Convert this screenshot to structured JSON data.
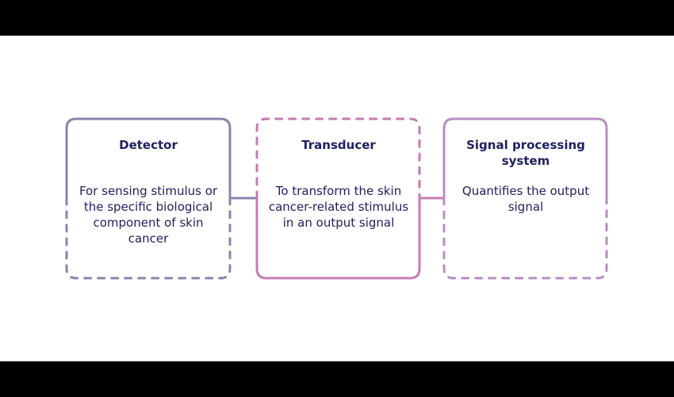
{
  "colors": {
    "detector": "#8a84ad",
    "transducer": "#c77bb5",
    "signal": "#b98cc4",
    "text": "#1f2160"
  },
  "boxes": [
    {
      "title": "Detector",
      "body": "For sensing stimulus or the specific biological component of skin cancer"
    },
    {
      "title": "Transducer",
      "body": "To transform the skin cancer-related stimulus in an output signal"
    },
    {
      "title": "Signal processing system",
      "body": "Quantifies the output signal"
    }
  ]
}
